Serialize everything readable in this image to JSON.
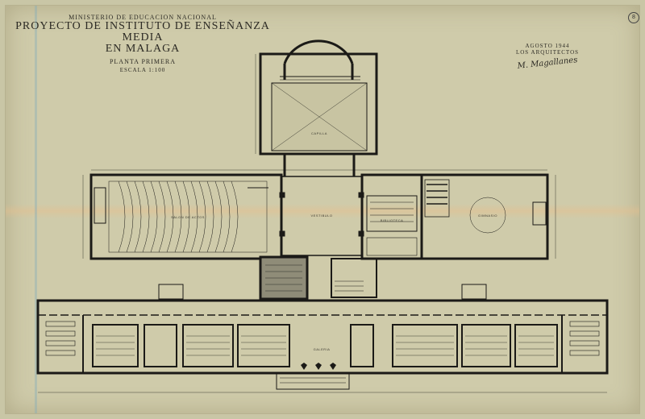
{
  "title_block": {
    "ministry": "MINISTERIO DE EDUCACION NACIONAL",
    "project": "PROYECTO DE INSTITUTO DE ENSEÑANZA MEDIA",
    "city": "EN MALAGA",
    "plan": "PLANTA PRIMERA",
    "scale": "ESCALA 1:100"
  },
  "signature": {
    "date": "AGOSTO 1944",
    "architects": "LOS ARQUITECTOS",
    "signature_text": "M. Magallanes"
  },
  "stamp": "8",
  "rooms": {
    "capilla": "CAPILLA",
    "salon_actos": "SALON DE ACTOS",
    "vestibulo": "VESTIBULO",
    "biblioteca": "BIBLIOTECA",
    "gimnasio": "GIMNASIO",
    "galeria": "GALERIA"
  },
  "colors": {
    "paper": "#cfcbaa",
    "ink": "#1e1d1a",
    "wall": "#1b1a17"
  }
}
